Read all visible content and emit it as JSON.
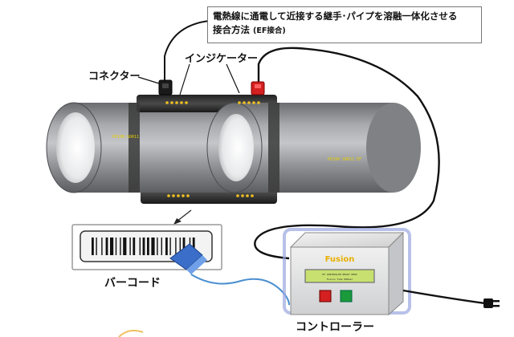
{
  "title": {
    "line1": "電熱線に通電して近接する継手･パイプを溶融一体化させる",
    "line2": "接合方法",
    "line2_suffix": "(EF接合)"
  },
  "labels": {
    "connector": "コネクター",
    "indicator": "インジケーター",
    "barcode": "バーコード",
    "controller": "コントローラー"
  },
  "controller_panel": {
    "brand": "Fusion",
    "display_line1": "EF-CONTROLLER   READY   000V",
    "display_line2": "Fusion Time   000sec"
  },
  "pipe_marking": {
    "left": "PE100 SDR11",
    "right": "PE100 SDR11 EF"
  },
  "colors": {
    "pipe": "#8a8c8f",
    "coupling": "#3a3a3a",
    "cable": "#111111",
    "barcode_cable": "#4a8fd0",
    "red_button": "#d42020",
    "green_button": "#1a9a3a",
    "indicator_dots": "#f0c020"
  }
}
